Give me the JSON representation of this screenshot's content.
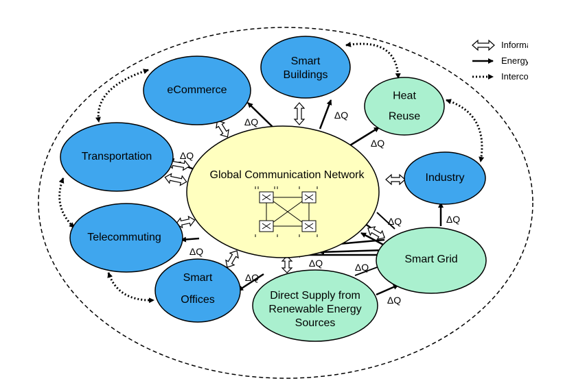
{
  "colors": {
    "blue_node": "#3fa6ee",
    "green_node": "#aaf0cf",
    "central_node": "#ffffbf",
    "stroke": "#000000"
  },
  "central": {
    "label": "Global Communication Network",
    "icon": "switch-fabric-icon"
  },
  "nodes": {
    "ecommerce": [
      "eCommerce"
    ],
    "smart_buildings": [
      "Smart",
      "Buildings"
    ],
    "heat_reuse": [
      "Heat",
      "Reuse"
    ],
    "transportation": [
      "Transportation"
    ],
    "industry": [
      "Industry"
    ],
    "telecommuting": [
      "Telecommuting"
    ],
    "smart_grid": [
      "Smart Grid"
    ],
    "smart_offices": [
      "Smart",
      "Offices"
    ],
    "direct_supply": [
      "Direct Supply from",
      "Renewable Energy",
      "Sources"
    ]
  },
  "delta_q": "ΔQ",
  "legend": [
    {
      "icon": "double-arrow-icon",
      "label": "Information"
    },
    {
      "icon": "solid-arrow-icon",
      "label": "Energy"
    },
    {
      "icon": "dotted-arrow-icon",
      "label": "Interconnection"
    }
  ]
}
